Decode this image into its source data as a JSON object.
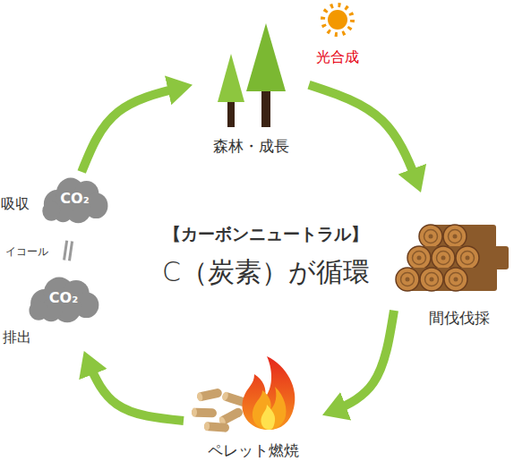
{
  "diagram": {
    "title": "【カーボンニュートラル】",
    "nodes": [
      {
        "text": [
          "森林・成長"
        ]
      },
      {
        "text": [
          "CO₂",
          "吸収"
        ]
      },
      {
        "text": [
          "CO₂",
          "排出"
        ]
      },
      {
        "text": [
          "間伐伐採"
        ]
      },
      {
        "text": [
          "ペレット燃焼"
        ]
      }
    ],
    "edges": [
      {
        "from": 0,
        "to": 3,
        "arrow": "to"
      },
      {
        "from": 3,
        "to": 4,
        "arrow": "to"
      },
      {
        "from": 4,
        "to": 2,
        "arrow": "to"
      },
      {
        "from": 1,
        "to": 0,
        "arrow": "to"
      },
      {
        "from": 1,
        "to": 2,
        "arrow": "none",
        "label": "イコール"
      }
    ],
    "labels": [
      "C（炭素）が循環",
      "光合成"
    ]
  }
}
